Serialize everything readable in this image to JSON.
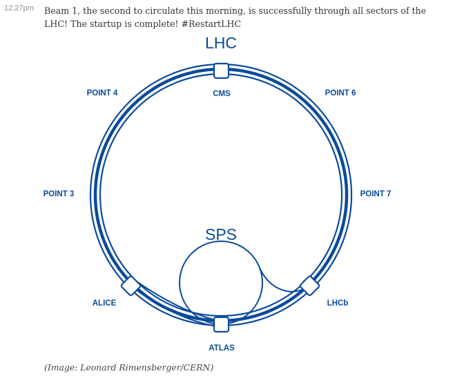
{
  "post": {
    "time": "12.27pm",
    "text": "Beam 1, the second to circulate this morning, is successfully through all sectors of the LHC! The startup is complete! #RestartLHC"
  },
  "diagram": {
    "title": "LHC",
    "inner_ring_label": "SPS",
    "color": "#0a4a9a",
    "points": {
      "cms": "CMS",
      "point4": "POINT 4",
      "point6": "POINT 6",
      "point3": "POINT 3",
      "point7": "POINT 7",
      "alice": "ALICE",
      "lhcb": "LHCb",
      "atlas": "ATLAS"
    }
  },
  "caption": "(Image: Leonard Rimensberger/CERN)"
}
